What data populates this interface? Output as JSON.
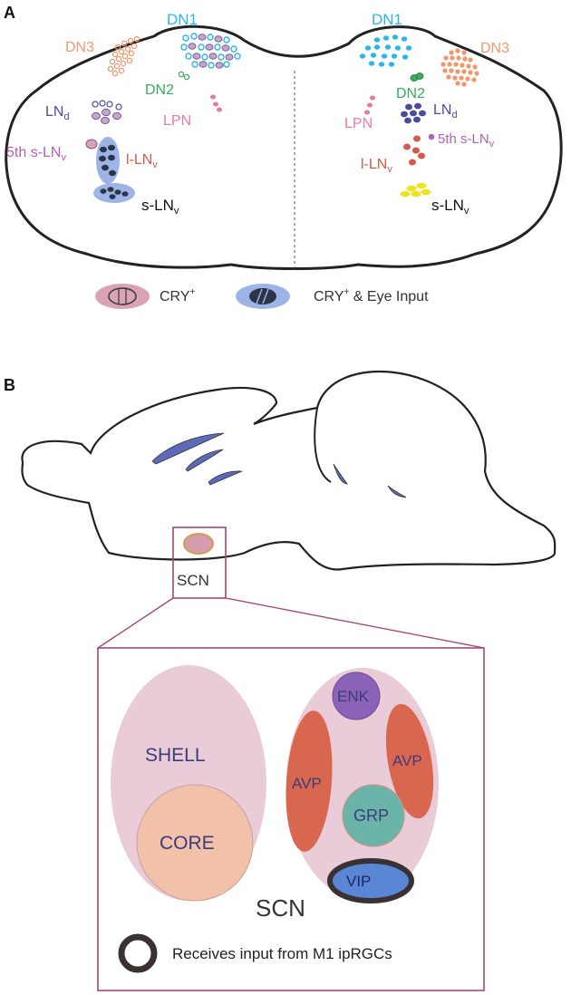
{
  "panel_a": {
    "letter": "A",
    "left": {
      "dn1": "DN1",
      "dn3": "DN3",
      "dn2": "DN2",
      "lnd": "LN",
      "lnd_sub": "d",
      "lpn": "LPN",
      "fifth_slnv": "5th s-LN",
      "fifth_slnv_sub": "v",
      "llnv": "l-LN",
      "llnv_sub": "v",
      "slnv": "s-LN",
      "slnv_sub": "v"
    },
    "right": {
      "dn1": "DN1",
      "dn3": "DN3",
      "dn2": "DN2",
      "lpn": "LPN",
      "lnd": "LN",
      "lnd_sub": "d",
      "fifth_slnv": "5th s-LN",
      "fifth_slnv_sub": "v",
      "llnv": "l-LN",
      "llnv_sub": "v",
      "slnv": "s-LN",
      "slnv_sub": "v"
    },
    "legend": {
      "cry": "CRY",
      "cry_sup": "+",
      "cry_eye": "CRY",
      "cry_eye_sup": "+",
      "cry_eye_rest": " & Eye Input"
    },
    "colors": {
      "dn1": "#29b6e8",
      "dn3": "#f2966b",
      "dn2": "#3aaa5c",
      "lnd": "#4a4aa0",
      "lpn": "#e879a6",
      "fifth": "#b05fb5",
      "llnv": "#d45a4a",
      "slnv": "#f3e21b",
      "cry_fill": "#d9a3b3",
      "eye_fill": "#9db4e6"
    }
  },
  "panel_b": {
    "letter": "B",
    "scn_label": "SCN",
    "inset": {
      "shell": "SHELL",
      "core": "CORE",
      "enk": "ENK",
      "avp_left": "AVP",
      "avp_right": "AVP",
      "grp": "GRP",
      "vip": "VIP",
      "scn": "SCN",
      "legend": "Receives input from M1 ipRGCs"
    },
    "colors": {
      "frame": "#a3487a",
      "shell": "#e9ccd7",
      "core": "#f1c1aa",
      "avp": "#d9674f",
      "enk": "#8a62b8",
      "grp": "#6ab3a8",
      "vip": "#5a86d6"
    }
  }
}
